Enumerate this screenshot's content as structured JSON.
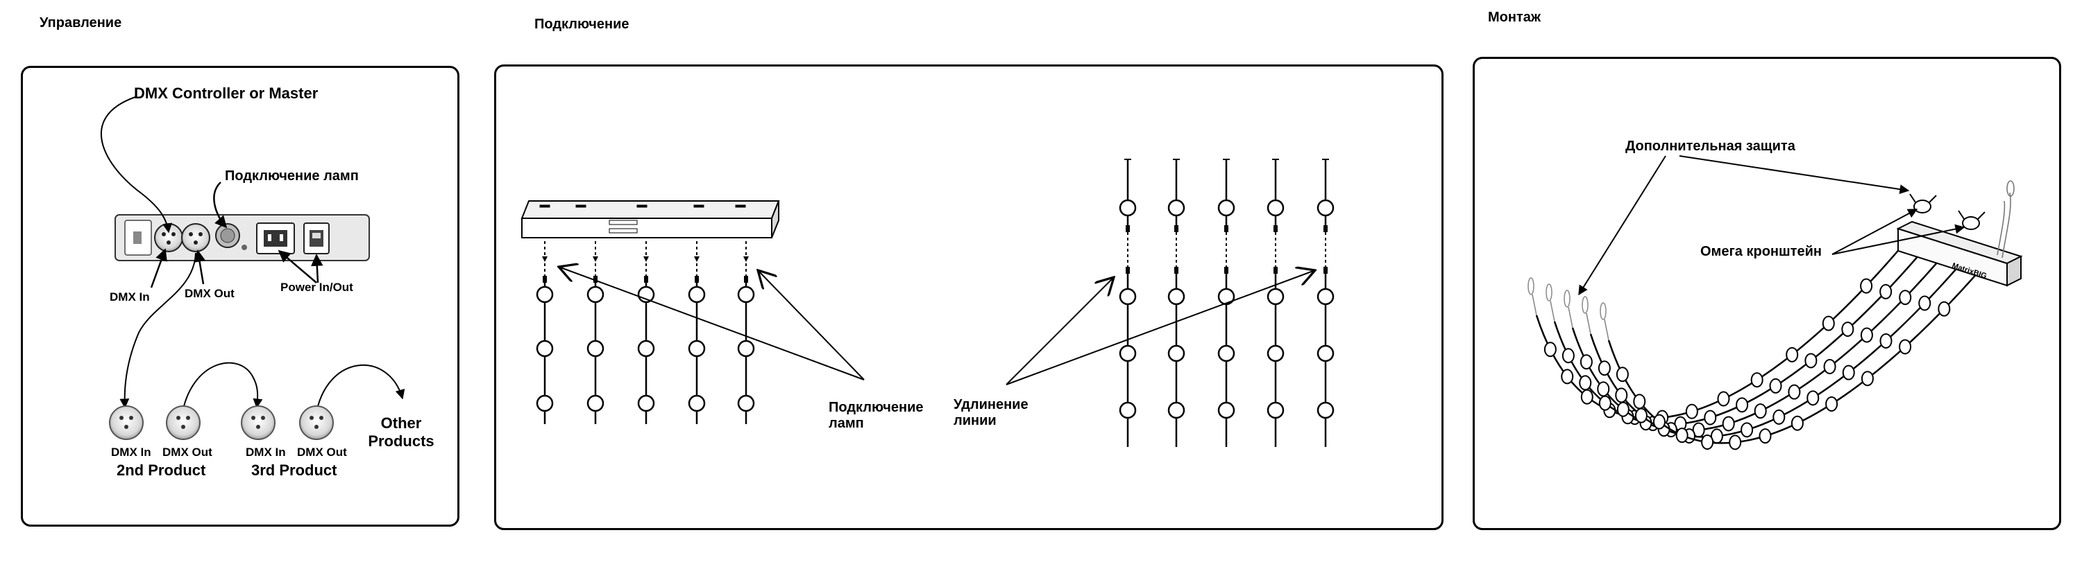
{
  "sections": {
    "control": "Управление",
    "connection": "Подключение",
    "mounting": "Монтаж"
  },
  "control_panel": {
    "controller": "DMX Controller or Master",
    "lamp_connection": "Подключение ламп",
    "dmx_in": "DMX In",
    "dmx_out": "DMX Out",
    "power": "Power In/Out",
    "second_product": {
      "dmx_in": "DMX In",
      "dmx_out": "DMX Out",
      "name": "2nd Product"
    },
    "third_product": {
      "dmx_in": "DMX In",
      "dmx_out": "DMX Out",
      "name": "3rd Product"
    },
    "other_products_line1": "Other",
    "other_products_line2": "Products"
  },
  "connection_panel": {
    "lamp_connection_line1": "Подключение",
    "lamp_connection_line2": "ламп",
    "line_extension_line1": "Удлинение",
    "line_extension_line2": "линии"
  },
  "mounting_panel": {
    "extra_protection": "Дополнительная защита",
    "omega_bracket": "Омега кронштейн",
    "device_label": "MatrixBIG"
  }
}
